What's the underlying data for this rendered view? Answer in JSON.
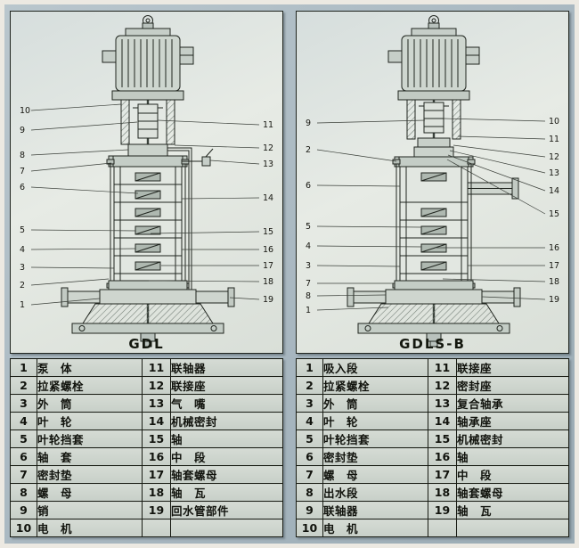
{
  "panels": [
    {
      "caption": "GDL",
      "callouts_left": [
        "10",
        "9",
        "8",
        "7",
        "6",
        "5",
        "4",
        "3",
        "2",
        "1"
      ],
      "callouts_right": [
        "11",
        "12",
        "13",
        "14",
        "15",
        "16",
        "17",
        "18",
        "19"
      ],
      "table_rows": [
        [
          "1",
          "泵　体",
          "11",
          "联轴器"
        ],
        [
          "2",
          "拉紧螺栓",
          "12",
          "联接座"
        ],
        [
          "3",
          "外　筒",
          "13",
          "气　嘴"
        ],
        [
          "4",
          "叶　轮",
          "14",
          "机械密封"
        ],
        [
          "5",
          "叶轮挡套",
          "15",
          "轴"
        ],
        [
          "6",
          "轴　套",
          "16",
          "中　段"
        ],
        [
          "7",
          "密封垫",
          "17",
          "轴套螺母"
        ],
        [
          "8",
          "螺　母",
          "18",
          "轴　瓦"
        ],
        [
          "9",
          "销",
          "19",
          "回水管部件"
        ],
        [
          "10",
          "电　机",
          "",
          ""
        ]
      ]
    },
    {
      "caption": "GDLS-B",
      "callouts_left": [
        "9",
        "2",
        "6",
        "5",
        "4",
        "3",
        "7",
        "8",
        "1"
      ],
      "callouts_right": [
        "10",
        "11",
        "12",
        "13",
        "14",
        "15",
        "16",
        "17",
        "18",
        "19"
      ],
      "table_rows": [
        [
          "1",
          "吸入段",
          "11",
          "联接座"
        ],
        [
          "2",
          "拉紧螺栓",
          "12",
          "密封座"
        ],
        [
          "3",
          "外　筒",
          "13",
          "复合轴承"
        ],
        [
          "4",
          "叶　轮",
          "14",
          "轴承座"
        ],
        [
          "5",
          "叶轮挡套",
          "15",
          "机械密封"
        ],
        [
          "6",
          "密封垫",
          "16",
          "轴"
        ],
        [
          "7",
          "螺　母",
          "17",
          "中　段"
        ],
        [
          "8",
          "出水段",
          "18",
          "轴套螺母"
        ],
        [
          "9",
          "联轴器",
          "19",
          "轴　瓦"
        ],
        [
          "10",
          "电　机",
          "",
          ""
        ]
      ]
    }
  ]
}
